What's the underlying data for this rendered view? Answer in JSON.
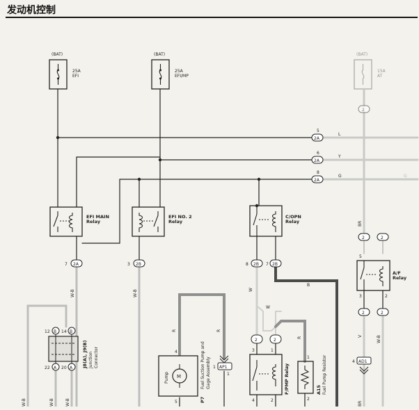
{
  "header": {
    "title": "发动机控制"
  },
  "fuses": [
    {
      "bat": "(BAT)",
      "amp": "25A",
      "name": "EFI"
    },
    {
      "bat": "(BAT)",
      "amp": "25A",
      "name": "EFI/MP"
    },
    {
      "bat": "(BAT)",
      "amp": "15A",
      "name": "AT"
    }
  ],
  "relays": {
    "efi_main": {
      "line1": "EFI MAIN",
      "line2": "Relay"
    },
    "efi_no2": {
      "line1": "EFI NO. 2",
      "line2": "Relay"
    },
    "copn": {
      "line1": "C/OPN",
      "line2": "Relay"
    },
    "af": {
      "line1": "A/F",
      "line2": "Relay"
    },
    "fpmp": {
      "line1": "F/PMP Relay"
    }
  },
  "connectors": {
    "c2a_5": "2A",
    "c2a_6": "2A",
    "c2a_8": "2A",
    "c2a_7": "2A",
    "c2b_3": "2B",
    "c2b_8": "2B",
    "c2b_7": "2B",
    "c2_top": "2",
    "c2_f1": "2",
    "c2_f2": "2",
    "c2_a1": "2",
    "c2_a2": "2",
    "c2_a3": "2",
    "c2_a4": "2",
    "ap1": "AP1",
    "ad1": "AD1"
  },
  "pins": {
    "p5": "5",
    "p6": "6",
    "p8": "8",
    "p7": "7",
    "p3": "3",
    "p8b": "8",
    "p7b": "7",
    "p12": "12",
    "p14": "14",
    "p22": "22",
    "p20": "20",
    "p4": "4",
    "p5b": "5",
    "p1": "1",
    "p3b": "3",
    "p1b": "1",
    "p4b": "4",
    "p2": "2",
    "p1c": "1",
    "p2b": "2",
    "p5c": "5",
    "p3c": "3",
    "p2c": "2",
    "p1d": "1",
    "p4c": "4",
    "pB1": "B",
    "pB2": "B",
    "pA1": "A",
    "pA2": "A"
  },
  "wire_colors": {
    "L": "L",
    "Y": "Y",
    "G": "G",
    "G2": "G",
    "W1": "W",
    "W2": "W",
    "B": "B",
    "R1": "R",
    "R2": "R",
    "R3": "R",
    "WB1": "W-B",
    "WB2": "W-B",
    "WB3": "W-B",
    "WB4": "W-B",
    "WB5": "W-B",
    "WB6": "W-B",
    "BR1": "BR",
    "BR2": "BR",
    "V": "V"
  },
  "components": {
    "junction": {
      "line1": "J8(A), J9(B)",
      "line2": "Junction",
      "line3": "Connector"
    },
    "pump_label": "Pump",
    "motor_symbol": "M",
    "pump_assy": {
      "line1": "P7",
      "line2": "Fuel Suction Pump and",
      "line3": "Gage Assembly"
    },
    "resistor": {
      "line1": "A15",
      "line2": "Fuel Pump Resistor"
    }
  }
}
